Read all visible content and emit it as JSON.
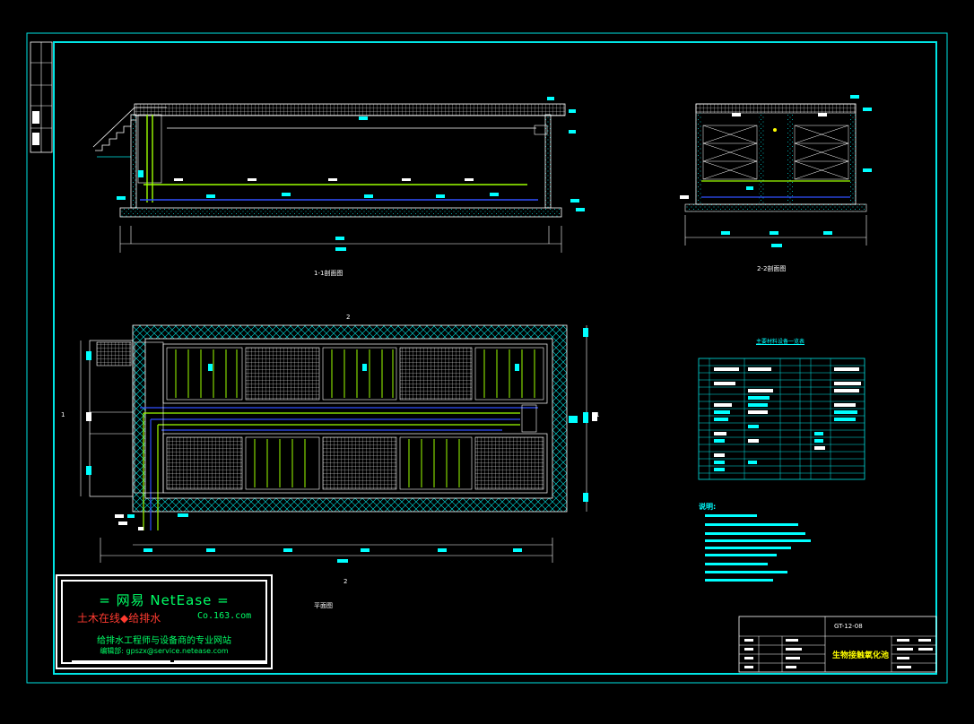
{
  "drawing": {
    "section_1_label": "1-1剖面图",
    "section_2_label": "2-2剖面图",
    "plan_label": "平面图",
    "plan_mark_top": "2",
    "plan_mark_bottom": "2",
    "side_mark_left": "1",
    "side_mark_right": "1",
    "table_title": "主要材料设备一览表",
    "notes_title": "说明:",
    "title_block_name": "生物接触氧化池",
    "title_block_code": "GT-12-08"
  },
  "stamp": {
    "brand": "= 网易 NetEase =",
    "red_text": "土木在线◆给排水",
    "domain": "Co.163.com",
    "slogan": "给排水工程师与设备商的专业网站",
    "email": "编辑部: gpszx@service.netease.com"
  },
  "colors": {
    "frame": "#00e5e5",
    "wall": "#ffffff",
    "pipe_green": "#9cff00",
    "pipe_blue": "#3050ff",
    "hatch": "#00e5e5",
    "tag": "#00ffff",
    "accent_red": "#ff3b30",
    "brand_green": "#00ff66"
  }
}
